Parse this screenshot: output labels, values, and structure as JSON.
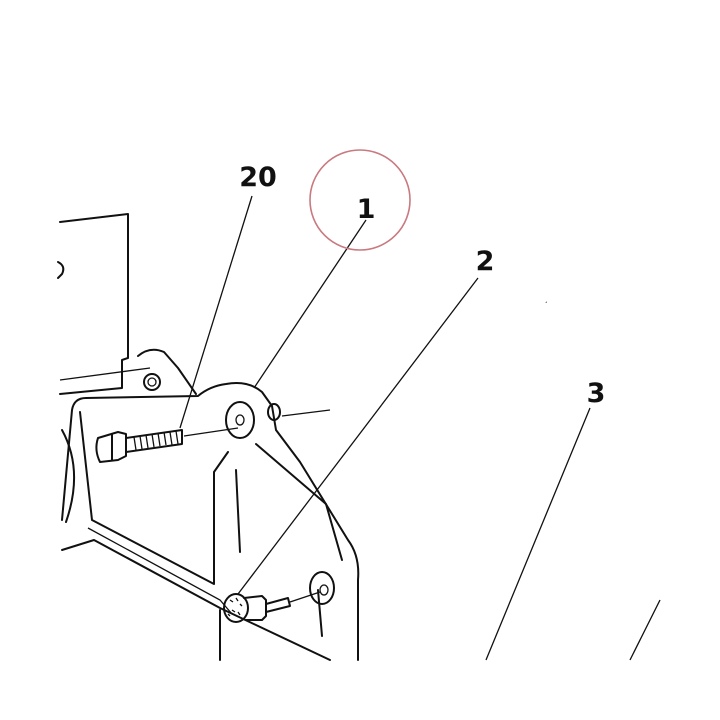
{
  "callouts": [
    {
      "id": "callout-20",
      "label": "20"
    },
    {
      "id": "callout-1",
      "label": "1"
    },
    {
      "id": "callout-2",
      "label": "2"
    },
    {
      "id": "callout-3",
      "label": "3"
    }
  ],
  "colors": {
    "line": "#111111",
    "highlight_circle": "#c87a80",
    "background": "#ffffff"
  }
}
